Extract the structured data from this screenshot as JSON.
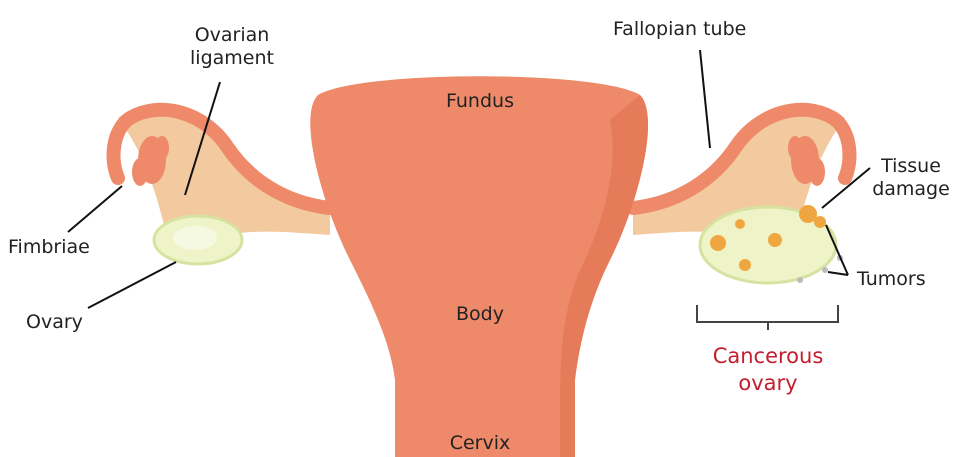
{
  "labels": {
    "ovarian_ligament": [
      "Ovarian",
      "ligament"
    ],
    "fallopian_tube": "Fallopian tube",
    "fundus": "Fundus",
    "tissue_damage": [
      "Tissue",
      "damage"
    ],
    "fimbriae": "Fimbriae",
    "ovary": "Ovary",
    "body": "Body",
    "tumors": "Tumors",
    "cancerous_ovary": [
      "Cancerous",
      "ovary"
    ],
    "cervix": "Cervix"
  },
  "colors": {
    "uterus": "#ee8a6a",
    "uterus_dark": "#e0714f",
    "tube_inner": "#f3c9a0",
    "ovary": "#eef4c8",
    "ovary_edge": "#d7e2a0",
    "tumor": "#f0a640",
    "label_text": "#222222",
    "highlight_text": "#c41e2e",
    "leader_line": "#111111"
  }
}
